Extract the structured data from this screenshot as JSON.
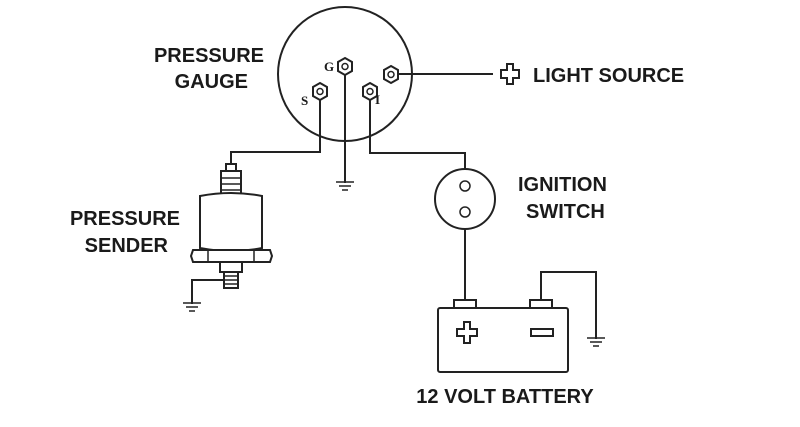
{
  "labels": {
    "gauge_line1": "PRESSURE",
    "gauge_line2": "GAUGE",
    "light_source": "LIGHT SOURCE",
    "ignition_line1": "IGNITION",
    "ignition_line2": "SWITCH",
    "sender_line1": "PRESSURE",
    "sender_line2": "SENDER",
    "battery": "12 VOLT BATTERY"
  },
  "terminals": {
    "ground": "G",
    "sender": "S",
    "ignition": "I"
  },
  "colors": {
    "ink": "#222222",
    "background": "#ffffff"
  }
}
